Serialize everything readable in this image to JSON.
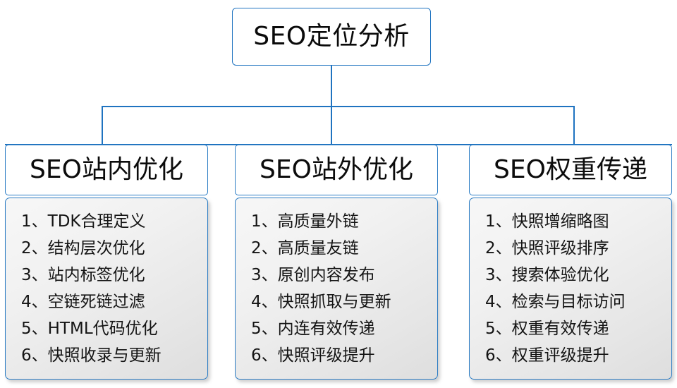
{
  "diagram": {
    "root": {
      "label": "SEO定位分析"
    },
    "columns": [
      {
        "header": "SEO站内优化",
        "items": [
          {
            "num": "1、",
            "text": "TDK合理定义"
          },
          {
            "num": "2、",
            "text": "结构层次优化"
          },
          {
            "num": "3、",
            "text": "站内标签优化"
          },
          {
            "num": "4、",
            "text": "空链死链过滤"
          },
          {
            "num": "5、",
            "text": "HTML代码优化"
          },
          {
            "num": "6、",
            "text": "快照收录与更新"
          }
        ]
      },
      {
        "header": "SEO站外优化",
        "items": [
          {
            "num": "1、",
            "text": "高质量外链"
          },
          {
            "num": "2、",
            "text": "高质量友链"
          },
          {
            "num": "3、",
            "text": "原创内容发布"
          },
          {
            "num": "4、",
            "text": "快照抓取与更新"
          },
          {
            "num": "5、",
            "text": "内连有效传递"
          },
          {
            "num": "6、",
            "text": "快照评级提升"
          }
        ]
      },
      {
        "header": "SEO权重传递",
        "items": [
          {
            "num": "1、",
            "text": "快照增缩略图"
          },
          {
            "num": "2、",
            "text": "快照评级排序"
          },
          {
            "num": "3、",
            "text": "搜索体验优化"
          },
          {
            "num": "4、",
            "text": "检索与目标访问"
          },
          {
            "num": "5、",
            "text": "权重有效传递"
          },
          {
            "num": "6、",
            "text": "权重评级提升"
          }
        ]
      }
    ],
    "colors": {
      "border": "#2b7cc4",
      "connector": "#1f73c0",
      "header_fill": "#ffffff",
      "body_fill": "#ededed",
      "text": "#111111"
    }
  }
}
